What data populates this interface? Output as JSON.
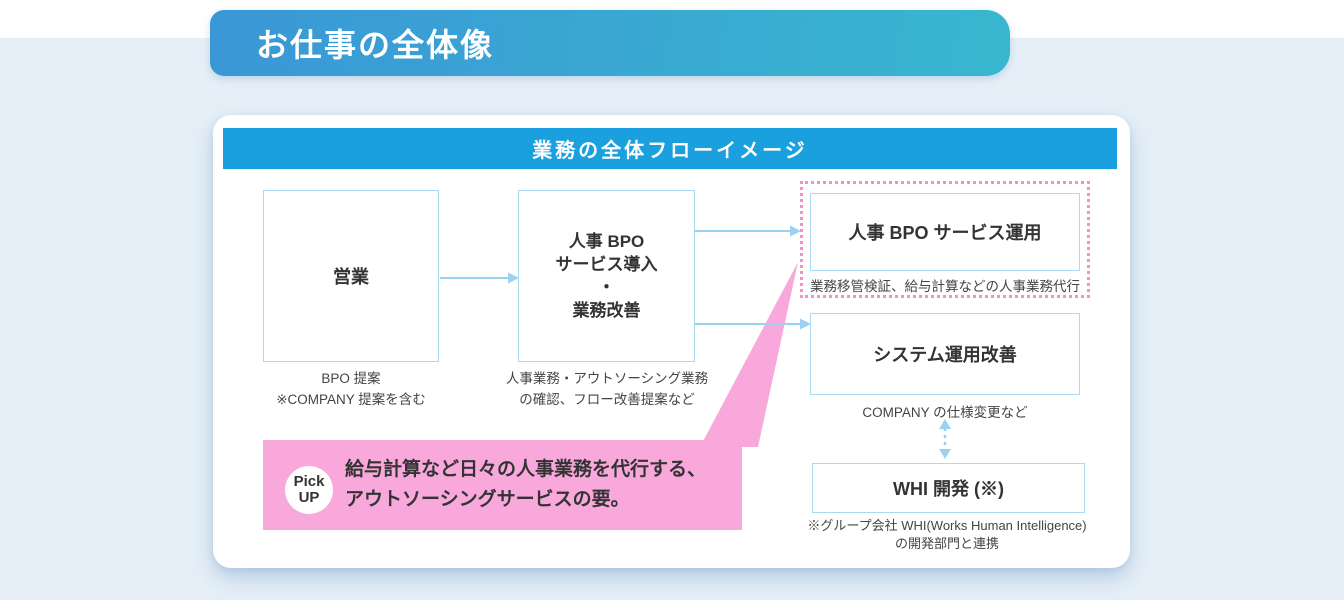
{
  "colors": {
    "banner_gradient_start": "#3b97d6",
    "banner_gradient_end": "#38b7cf",
    "diagram_header_blue": "#1aa0de",
    "box_border_blue": "#abd9f2",
    "arrow_blue": "#9cd2f1",
    "pink_fill": "#f8a8da",
    "pink_dotted_border": "#f58fc7",
    "page_background": "#e6eff7",
    "text_dark": "#333333"
  },
  "header": {
    "title": "お仕事の全体像"
  },
  "diagram": {
    "title": "業務の全体フローイメージ",
    "sales": {
      "label": "営業",
      "caption1": "BPO 提案",
      "caption2": "※COMPANY 提案を含む"
    },
    "intro": {
      "line1": "人事 BPO",
      "line2": "サービス導入",
      "line3": "・",
      "line4": "業務改善",
      "caption1": "人事業務・アウトソーシング業務",
      "caption2": "の確認、フロー改善提案など"
    },
    "operation": {
      "label": "人事 BPO サービス運用",
      "caption": "業務移管検証、給与計算などの人事業務代行"
    },
    "system": {
      "label": "システム運用改善",
      "caption": "COMPANY の仕様変更など"
    },
    "whi": {
      "label": "WHI 開発 (※)",
      "caption1": "※グループ会社 WHI(Works Human Intelligence)",
      "caption2": "の開発部門と連携"
    },
    "pickup": {
      "badge1": "Pick",
      "badge2": "UP",
      "text1": "給与計算など日々の人事業務を代行する、",
      "text2": "アウトソーシングサービスの要。"
    }
  }
}
